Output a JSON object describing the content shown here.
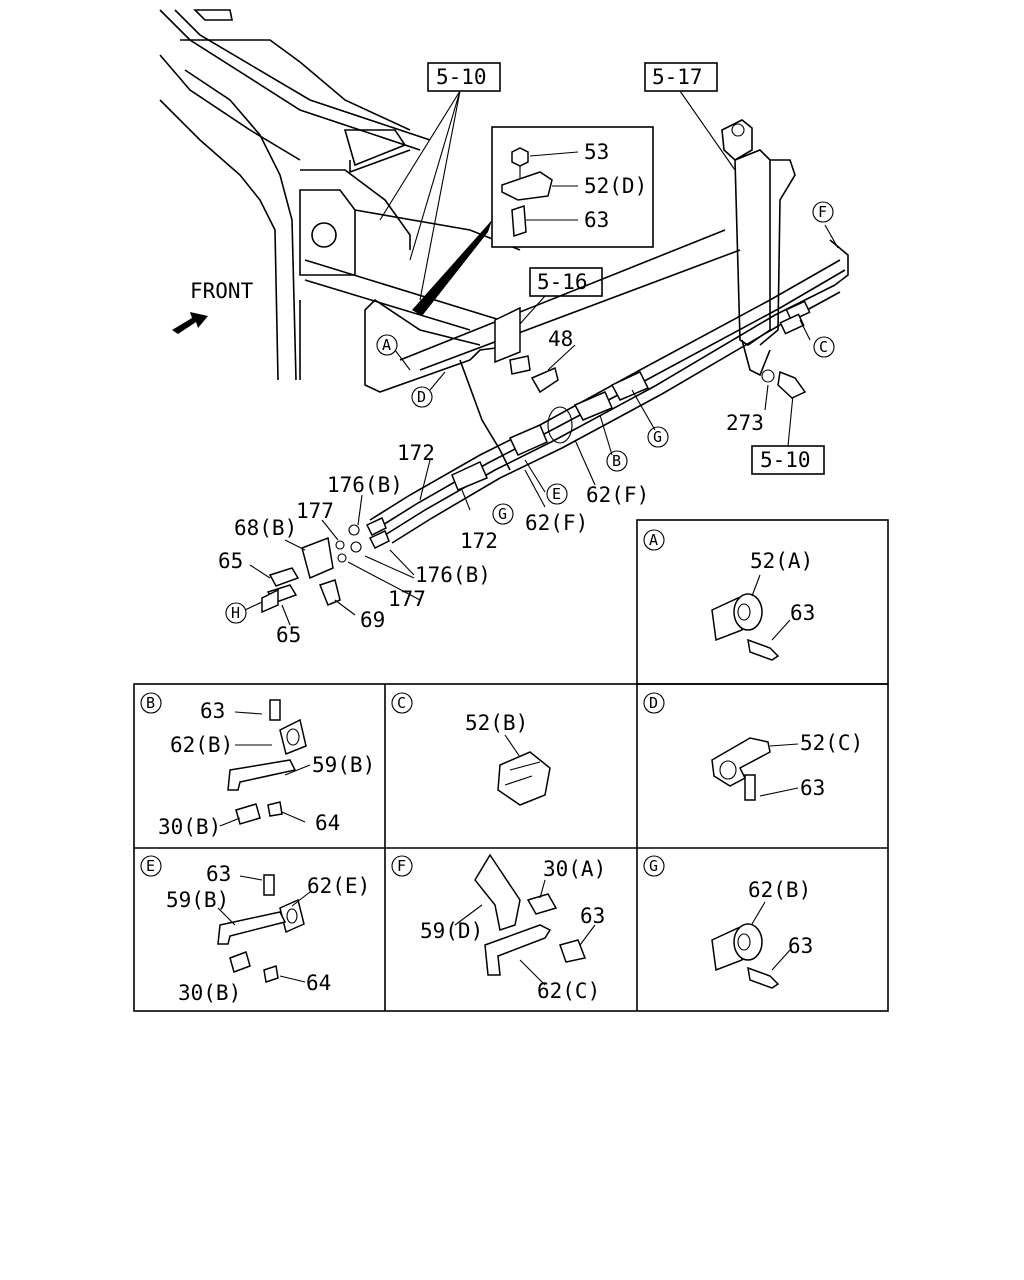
{
  "front_label": "FRONT",
  "references": {
    "ref_top_510": "5-10",
    "ref_517": "5-17",
    "ref_516": "5-16",
    "ref_bottom_510": "5-10"
  },
  "main_labels": {
    "l53": "53",
    "l52d": "52(D)",
    "l63_inset": "63",
    "l48": "48",
    "l273": "273",
    "l172a": "172",
    "l172b": "172",
    "l176b_a": "176(B)",
    "l176b_b": "176(B)",
    "l177a": "177",
    "l177b": "177",
    "l68b": "68(B)",
    "l65a": "65",
    "l65b": "65",
    "l69": "69",
    "l62f_a": "62(F)",
    "l62f_b": "62(F)"
  },
  "callout_letters": {
    "A": "A",
    "B": "B",
    "C": "C",
    "D": "D",
    "E": "E",
    "F": "F",
    "G": "G",
    "H": "H"
  },
  "panels": {
    "A": {
      "letter": "A",
      "labels": [
        "52(A)",
        "63"
      ]
    },
    "B": {
      "letter": "B",
      "labels": [
        "63",
        "62(B)",
        "59(B)",
        "30(B)",
        "64"
      ]
    },
    "C": {
      "letter": "C",
      "labels": [
        "52(B)"
      ]
    },
    "D": {
      "letter": "D",
      "labels": [
        "52(C)",
        "63"
      ]
    },
    "E": {
      "letter": "E",
      "labels": [
        "63",
        "62(E)",
        "59(B)",
        "30(B)",
        "64"
      ]
    },
    "F": {
      "letter": "F",
      "labels": [
        "30(A)",
        "63",
        "59(D)",
        "62(C)"
      ]
    },
    "G": {
      "letter": "G",
      "labels": [
        "62(B)",
        "63"
      ]
    }
  }
}
